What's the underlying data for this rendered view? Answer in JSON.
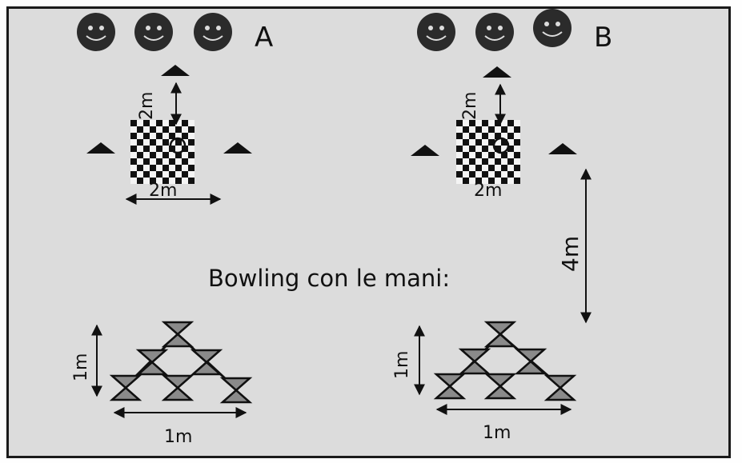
{
  "groups": [
    {
      "id": "A",
      "label": "A",
      "square_vertical_label": "2m",
      "square_horizontal_label": "2m",
      "pyramid_height_label": "1m",
      "pyramid_width_label": "1m"
    },
    {
      "id": "B",
      "label": "B",
      "square_vertical_label": "2m",
      "square_horizontal_label": "2m",
      "pyramid_height_label": "1m",
      "pyramid_width_label": "1m"
    }
  ],
  "distance_label": "4m",
  "caption": "Bowling con le mani:",
  "colors": {
    "frame_border": "#1a1a1a",
    "background": "#dcdcdc",
    "face": "#2b2b2b",
    "pin_fill": "#8a8a8a",
    "cone": "#111111"
  },
  "icons": [
    "smiley-face-icon",
    "cone-icon",
    "checkerboard-square",
    "bowling-pin-icon",
    "double-arrow"
  ]
}
